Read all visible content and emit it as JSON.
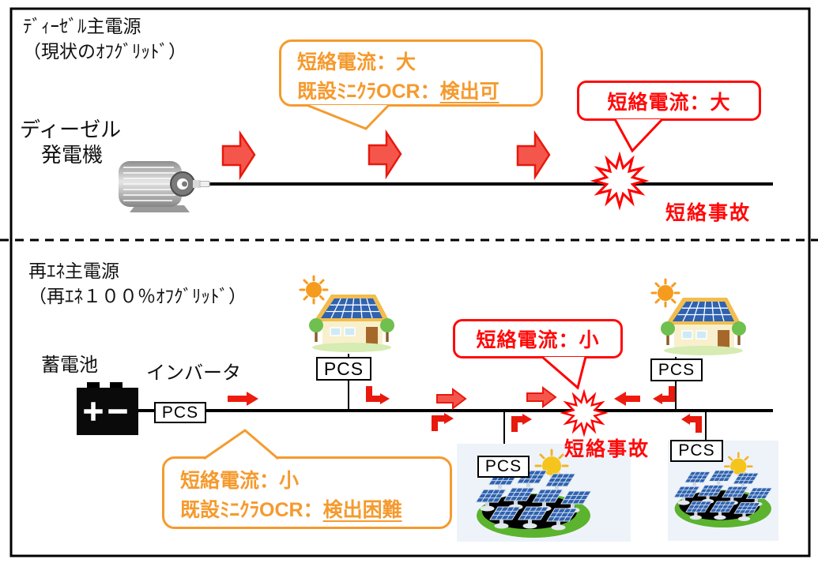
{
  "colors": {
    "accent_orange": "#f59a2e",
    "accent_red": "#ff0a0a"
  },
  "top_section": {
    "title_line1": "ﾃﾞｨｰｾﾞﾙ主電源",
    "title_line2": "（現状のｵﾌｸﾞﾘｯﾄﾞ）",
    "generator_label_line1": "ディーゼル",
    "generator_label_line2": "発電機",
    "orange_callout": {
      "line1": "短絡電流：大",
      "line2_prefix": "既設ﾐﾆｸﾗOCR：",
      "line2_underlined": "検出可"
    },
    "red_callout": "短絡電流：大",
    "fault_label": "短絡事故"
  },
  "bottom_section": {
    "title_line1": "再ｴﾈ主電源",
    "title_line2": "（再ｴﾈ１００％ｵﾌｸﾞﾘｯﾄﾞ）",
    "battery_label": "蓄電池",
    "inverter_label": "インバータ",
    "pcs_labels": [
      "PCS",
      "PCS",
      "PCS",
      "PCS",
      "PCS"
    ],
    "red_callout": "短絡電流：小",
    "fault_label": "短絡事故",
    "orange_callout": {
      "line1": "短絡電流：小",
      "line2_prefix": "既設ﾐﾆｸﾗOCR：",
      "line2_underlined": "検出困難"
    }
  }
}
